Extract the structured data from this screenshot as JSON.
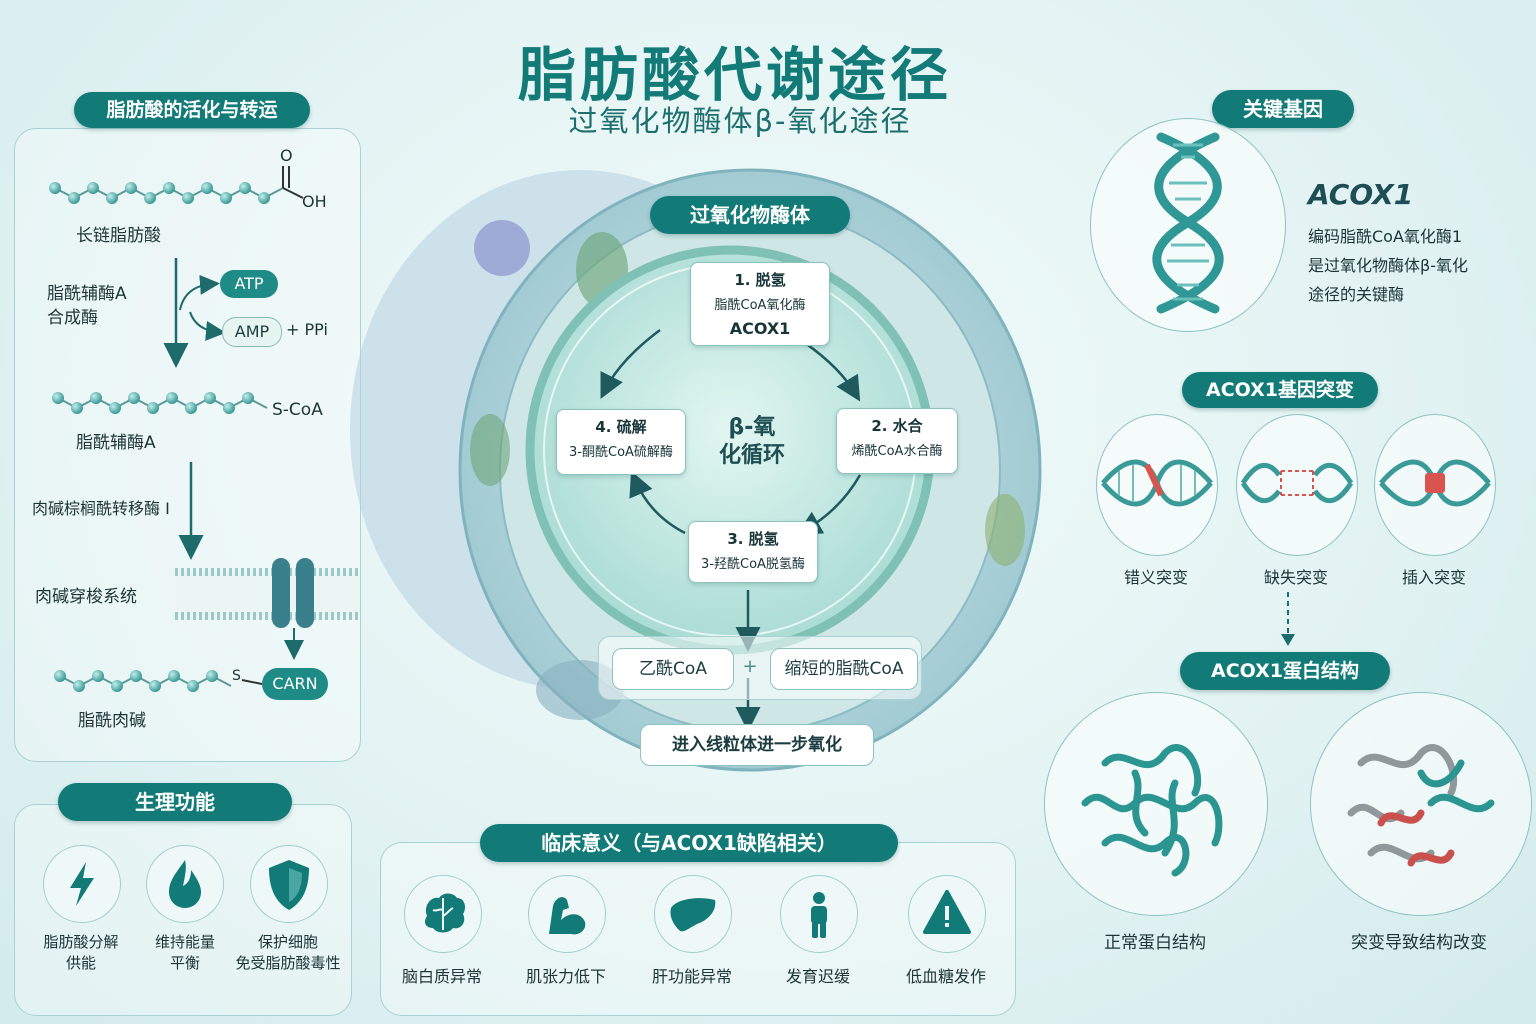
{
  "title": "脂肪酸代谢途径",
  "subtitle": "过氧化物酶体β-氧化途径",
  "left": {
    "header": "脂肪酸的活化与转运",
    "fatty_acid": "长链脂肪酸",
    "oh": "OH",
    "o": "O",
    "enzyme1": "脂酰辅酶A\n合成酶",
    "atp": "ATP",
    "amp": "AMP",
    "plus_ppi": "+ PPi",
    "s_coa": "S-CoA",
    "acyl_coa": "脂酰辅酶A",
    "enzyme2": "肉碱棕榈酰转移酶 I",
    "shuttle": "肉碱穿梭系统",
    "s": "S",
    "carn": "CARN",
    "acyl_carn": "脂酰肉碱"
  },
  "center": {
    "header": "过氧化物酶体",
    "steps": [
      {
        "title": "1. 脱氢",
        "sub": "脂酰CoA氧化酶",
        "extra": "ACOX1"
      },
      {
        "title": "2. 水合",
        "sub": "烯酰CoA水合酶"
      },
      {
        "title": "3. 脱氢",
        "sub": "3-羟酰CoA脱氢酶"
      },
      {
        "title": "4. 硫解",
        "sub": "3-酮酰CoA硫解酶"
      }
    ],
    "cycle": "β-氧\n化循环",
    "product1": "乙酰CoA",
    "plus": "+",
    "product2": "缩短的脂酰CoA",
    "next": "进入线粒体进一步氧化"
  },
  "physio": {
    "header": "生理功能",
    "items": [
      {
        "label": "脂肪酸分解\n供能",
        "icon": "lightning-icon"
      },
      {
        "label": "维持能量\n平衡",
        "icon": "flame-icon"
      },
      {
        "label": "保护细胞\n免受脂肪酸毒性",
        "icon": "shield-icon"
      }
    ]
  },
  "clinical": {
    "header": "临床意义（与ACOX1缺陷相关）",
    "items": [
      {
        "label": "脑白质异常",
        "icon": "brain-icon"
      },
      {
        "label": "肌张力低下",
        "icon": "muscle-icon"
      },
      {
        "label": "肝功能异常",
        "icon": "liver-icon"
      },
      {
        "label": "发育迟缓",
        "icon": "child-icon"
      },
      {
        "label": "低血糖发作",
        "icon": "warning-icon"
      }
    ]
  },
  "gene": {
    "header": "关键基因",
    "name": "ACOX1",
    "desc": "编码脂酰CoA氧化酶1\n是过氧化物酶体β-氧化\n途径的关键酶"
  },
  "mutation": {
    "header": "ACOX1基因突变",
    "types": [
      "错义突变",
      "缺失突变",
      "插入突变"
    ]
  },
  "protein": {
    "header": "ACOX1蛋白结构",
    "normal": "正常蛋白结构",
    "mutant": "突变导致结构改变"
  },
  "colors": {
    "accent": "#127a77",
    "mutation": "#d9534f"
  }
}
